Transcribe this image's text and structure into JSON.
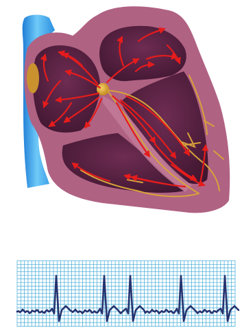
{
  "figure": {
    "subject": "heart-conduction-system",
    "icons": [
      "heart-cross-section",
      "ecg-strip"
    ]
  },
  "colors": {
    "background": "#ffffff",
    "vessel": "#2b8fdf",
    "vessel_light": "#7fd0fb",
    "heart_outer": "#b06283",
    "heart_mid": "#8f4b6e",
    "chamber": "#5b2343",
    "chamber_dark": "#3f1630",
    "septum": "#c27b99",
    "conduction_path": "#d7a13b",
    "arrows": "#e51c1c",
    "ecg_grid": "#3ea9d6",
    "ecg_trace": "#26336f"
  }
}
